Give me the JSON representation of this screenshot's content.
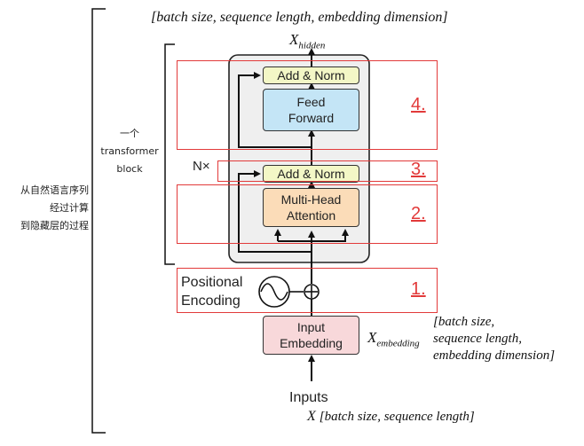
{
  "top_shape_label": "[batch size, sequence length, embedding dimension]",
  "x_hidden": {
    "base": "X",
    "sub": "hidden"
  },
  "outer_brace_label": [
    "从自然语言序列",
    "经过计算",
    "到隐藏层的过程"
  ],
  "block_label": [
    "一个",
    "transformer",
    "block"
  ],
  "repeat_label": "N×",
  "blocks": {
    "add_norm_top": "Add & Norm",
    "feed_forward": [
      "Feed",
      "Forward"
    ],
    "add_norm_mid": "Add & Norm",
    "multi_head": [
      "Multi-Head",
      "Attention"
    ],
    "input_embedding": [
      "Input",
      "Embedding"
    ]
  },
  "positional_encoding": [
    "Positional",
    "Encoding"
  ],
  "x_embedding": {
    "base": "X",
    "sub": "embedding"
  },
  "embedding_shape": [
    "[batch size,",
    "sequence length,",
    "embedding dimension]"
  ],
  "inputs_label": "Inputs",
  "x_input": {
    "base": "X",
    "shape": "[batch size, sequence length]"
  },
  "step_numbers": [
    "1.",
    "2.",
    "3.",
    "4."
  ],
  "colors": {
    "add_norm": "#f3f7c6",
    "feed_forward": "#c4e5f6",
    "multi_head": "#fbdcb8",
    "input_embedding": "#f8d8da",
    "block_bg": "#efefef",
    "highlight": "#e23a3a"
  }
}
